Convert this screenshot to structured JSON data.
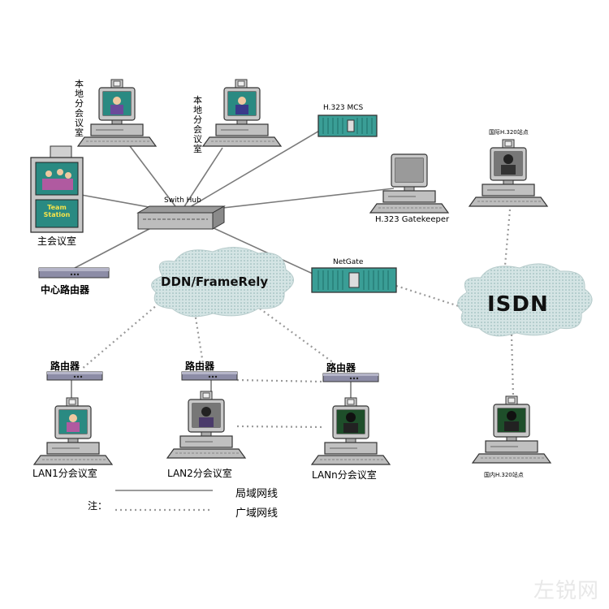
{
  "labels": {
    "local_room_1": "本地分会议室",
    "local_room_2": "本地分会议室",
    "main_room": "主会议室",
    "team_station": "Team Station",
    "hub": "Swith Hub",
    "mcs": "H.323 MCS",
    "gatekeeper": "H.323 Gatekeeper",
    "netgate": "NetGate",
    "center_router": "中心路由器",
    "ddn_cloud": "DDN/FrameRely",
    "isdn_cloud": "ISDN",
    "intl_station": "国际H.320站点",
    "domestic_station": "国内H.320站点",
    "router_1": "路由器",
    "router_2": "路由器",
    "router_n": "路由器",
    "lan1": "LAN1分会议室",
    "lan2": "LAN2分会议室",
    "lann": "LANn分会议室",
    "legend_note": "注：",
    "legend_lan": "局域网线",
    "legend_wan": "广域网线",
    "watermark": "左锐网"
  },
  "colors": {
    "monitor_body": "#c8c8c8",
    "screen_teal": "#2a8a82",
    "gate_teal": "#3a9e96",
    "cloud": "#c9dcdc",
    "line": "#7a7a7a"
  }
}
